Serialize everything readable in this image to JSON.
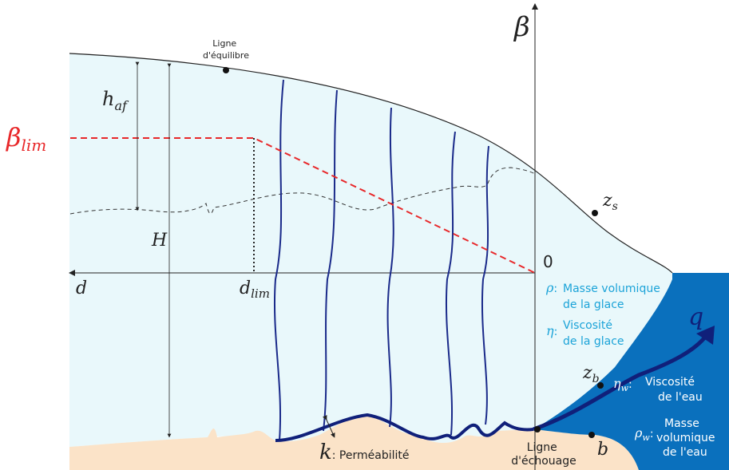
{
  "colors": {
    "ice": "#e9f8fb",
    "bed": "#fbe3c8",
    "water": "#0a70bd",
    "water_light": "#e6f2fb",
    "flowline": "#1a2a8a",
    "channel": "#10207a",
    "limit_line": "#e8282a",
    "cyan_text": "#1ba3d8",
    "water_text": "#ffffff",
    "axis": "#222222"
  },
  "labels": {
    "beta": "β",
    "beta_lim": "β",
    "beta_lim_sub": "lim",
    "h_af": "h",
    "h_af_sub": "af",
    "H": "H",
    "d": "d",
    "d_lim": "d",
    "d_lim_sub": "lim",
    "zero": "0",
    "z_s": "z",
    "z_s_sub": "s",
    "z_b": "z",
    "z_b_sub": "b",
    "b": "b",
    "q": "q",
    "k": "k",
    "k_desc": ": Perméabilité",
    "equilibrium_line_1": "Ligne",
    "equilibrium_line_2": "d'équilibre",
    "grounding_line_1": "Ligne",
    "grounding_line_2": "d'échouage"
  },
  "properties": {
    "rho": {
      "symbol": "ρ",
      "line1": "Masse volumique",
      "line2": "de la glace"
    },
    "eta": {
      "symbol": "η",
      "line1": "Viscosité",
      "line2": "de la glace"
    },
    "eta_w": {
      "symbol": "η",
      "sub": "w",
      "line1": "Viscosité",
      "line2": "de l'eau"
    },
    "rho_w": {
      "symbol": "ρ",
      "sub": "w",
      "line1": "Masse",
      "line2": "volumique",
      "line3": "de l'eau"
    }
  }
}
